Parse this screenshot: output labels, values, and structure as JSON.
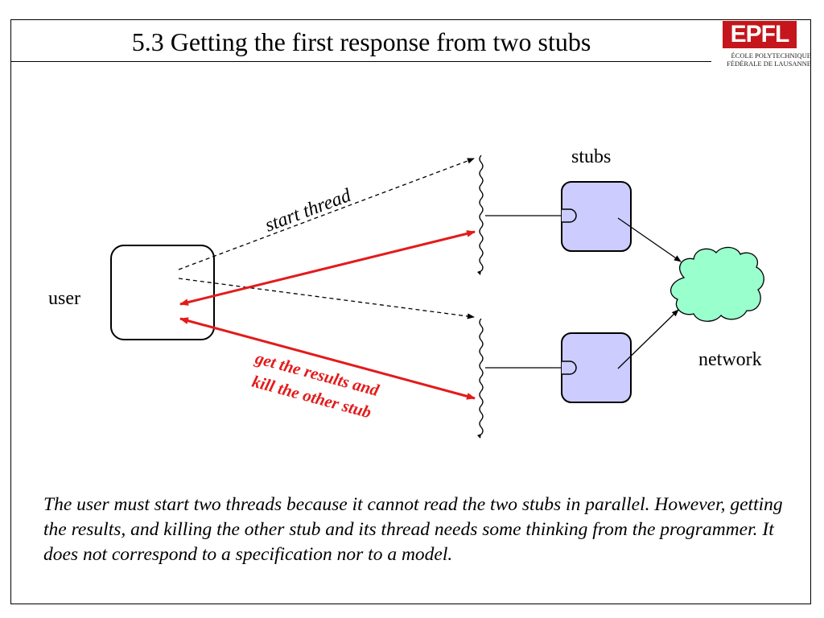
{
  "slide": {
    "title": "5.3  Getting the first response from two stubs"
  },
  "logo": {
    "mark": "EPFL",
    "line1": "ÉCOLE POLYTECHNIQUE",
    "line2": "FÉDÉRALE DE LAUSANNE",
    "color": "#c4161c"
  },
  "diagram": {
    "user_label": "user",
    "stubs_label": "stubs",
    "network_label": "network",
    "start_thread_label": "start thread",
    "result_label_line1": "get the results and",
    "result_label_line2": "kill the other stub",
    "colors": {
      "stub_fill": "#ccccff",
      "cloud_fill": "#99ffcc",
      "accent_red": "#e31b1b"
    }
  },
  "caption": "The user must start two threads because it cannot read the two stubs in parallel. However, getting the results, and killing the other stub and its thread needs some thinking from the programmer. It does not correspond to a specification nor to a model."
}
